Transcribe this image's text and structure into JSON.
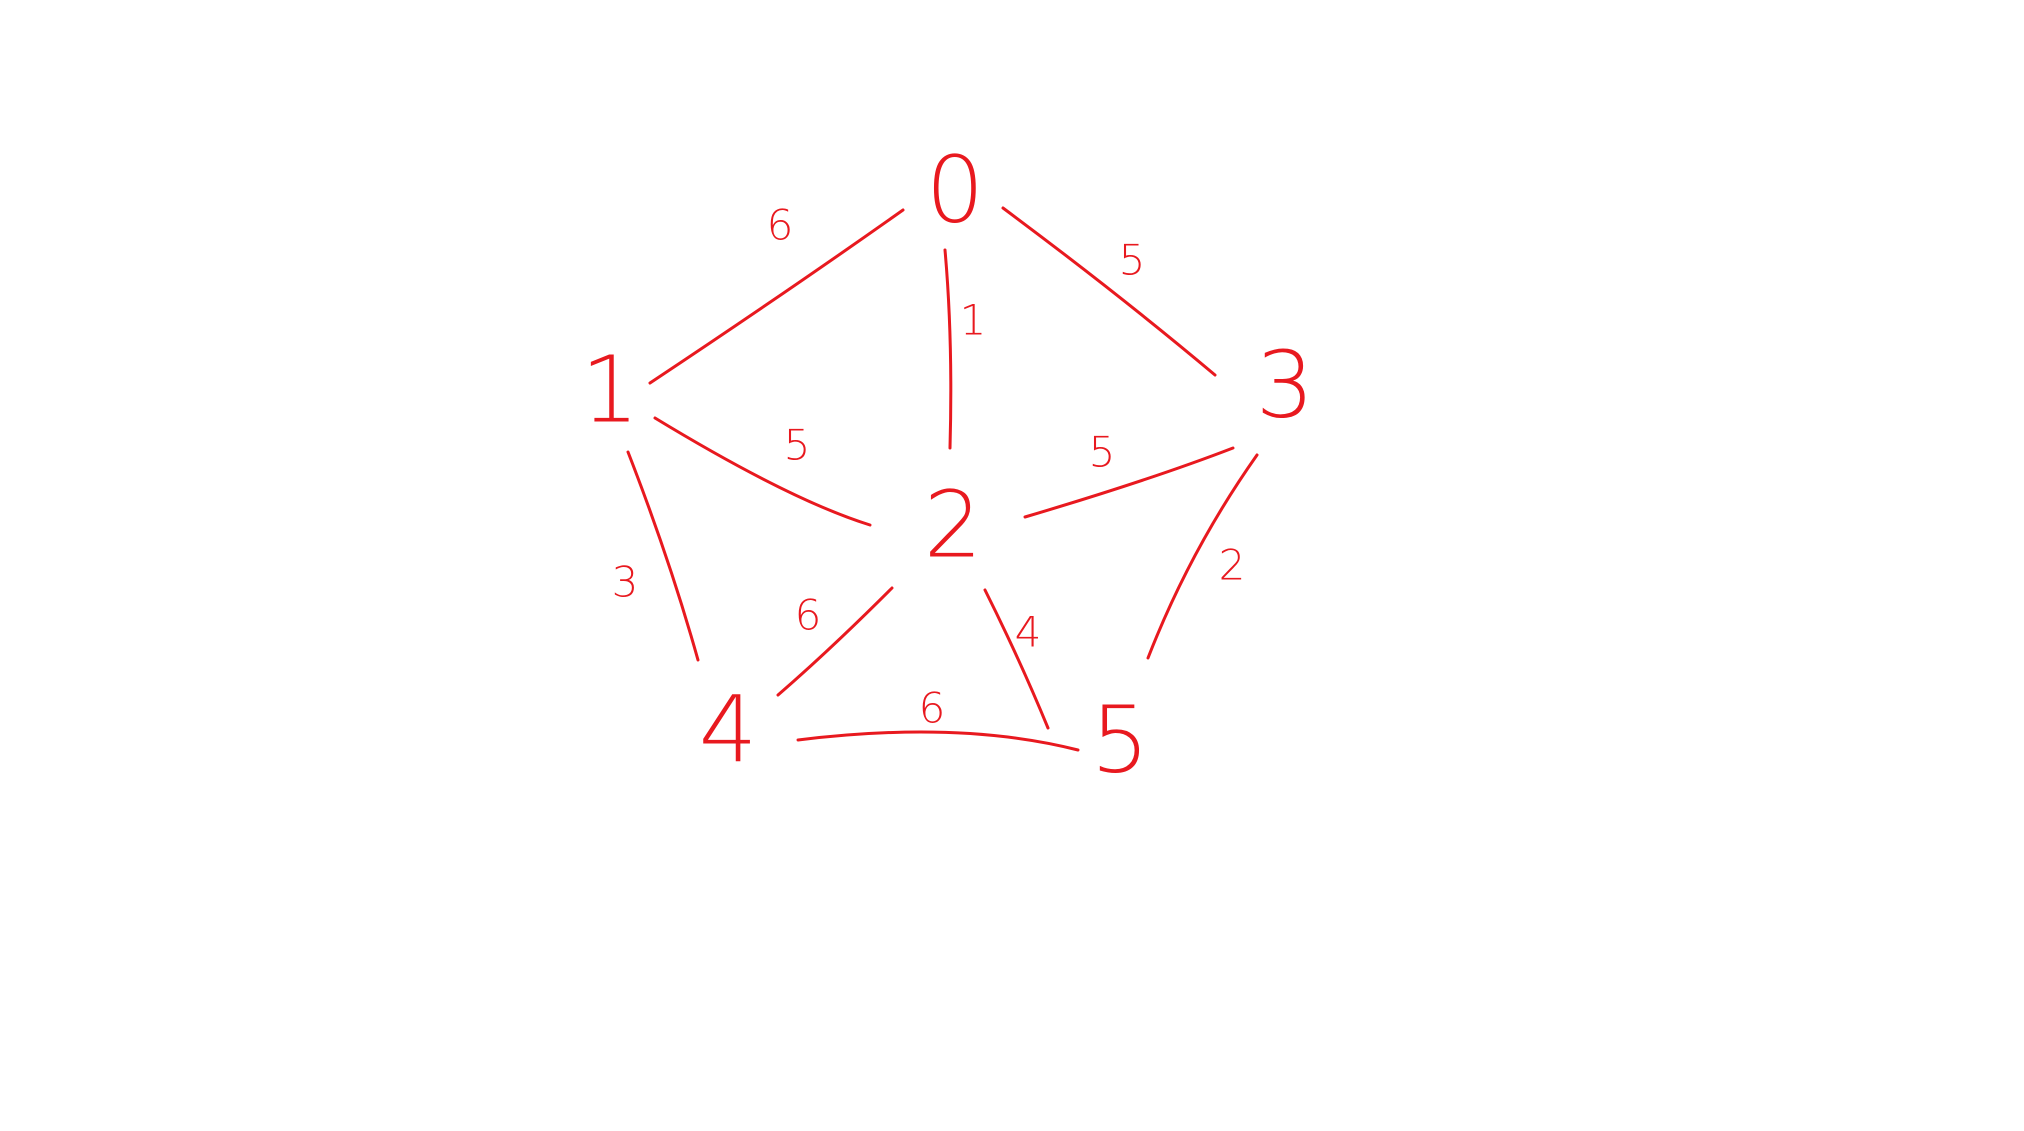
{
  "diagram": {
    "type": "weighted-undirected-graph",
    "ink_color": "#e8191f",
    "nodes": [
      {
        "id": "0",
        "label": "0"
      },
      {
        "id": "1",
        "label": "1"
      },
      {
        "id": "2",
        "label": "2"
      },
      {
        "id": "3",
        "label": "3"
      },
      {
        "id": "4",
        "label": "4"
      },
      {
        "id": "5",
        "label": "5"
      }
    ],
    "edges": [
      {
        "from": "0",
        "to": "1",
        "weight": "6"
      },
      {
        "from": "0",
        "to": "2",
        "weight": "1"
      },
      {
        "from": "0",
        "to": "3",
        "weight": "5"
      },
      {
        "from": "1",
        "to": "2",
        "weight": "5"
      },
      {
        "from": "2",
        "to": "3",
        "weight": "5"
      },
      {
        "from": "1",
        "to": "4",
        "weight": "3"
      },
      {
        "from": "2",
        "to": "4",
        "weight": "6"
      },
      {
        "from": "2",
        "to": "5",
        "weight": "4"
      },
      {
        "from": "3",
        "to": "5",
        "weight": "2"
      },
      {
        "from": "4",
        "to": "5",
        "weight": "6"
      }
    ]
  }
}
